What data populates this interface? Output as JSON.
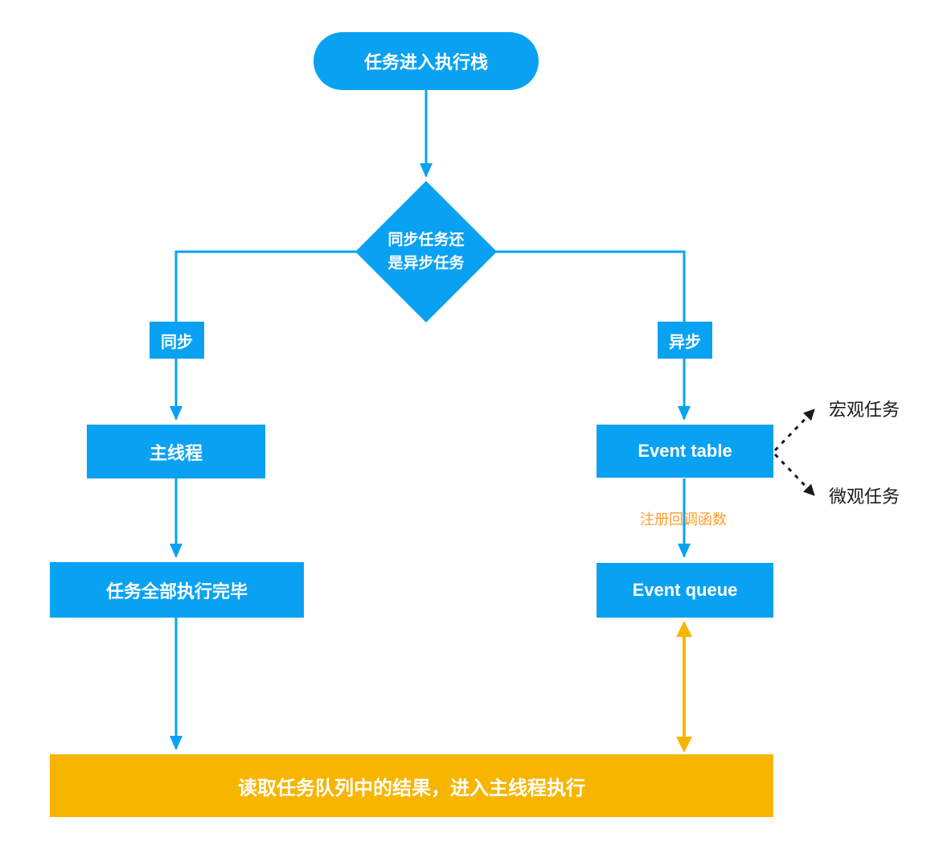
{
  "colors": {
    "blue": "#09A2F2",
    "amber": "#F7B500",
    "orange_text": "#FF9E2D",
    "black": "#1A1A1A"
  },
  "nodes": {
    "start": {
      "label": "任务进入执行栈"
    },
    "decision": {
      "line1": "同步任务还",
      "line2": "是异步任务"
    },
    "sync_branch": {
      "label": "同步"
    },
    "async_branch": {
      "label": "异步"
    },
    "main_thread": {
      "label": "主线程"
    },
    "all_tasks_done": {
      "label": "任务全部执行完毕"
    },
    "event_table": {
      "label": "Event table"
    },
    "event_queue": {
      "label": "Event queue"
    },
    "register_callback": {
      "label": "注册回调函数"
    },
    "macro_task": {
      "label": "宏观任务"
    },
    "micro_task": {
      "label": "微观任务"
    },
    "bottom_bar": {
      "label": "读取任务队列中的结果，进入主线程执行"
    }
  }
}
